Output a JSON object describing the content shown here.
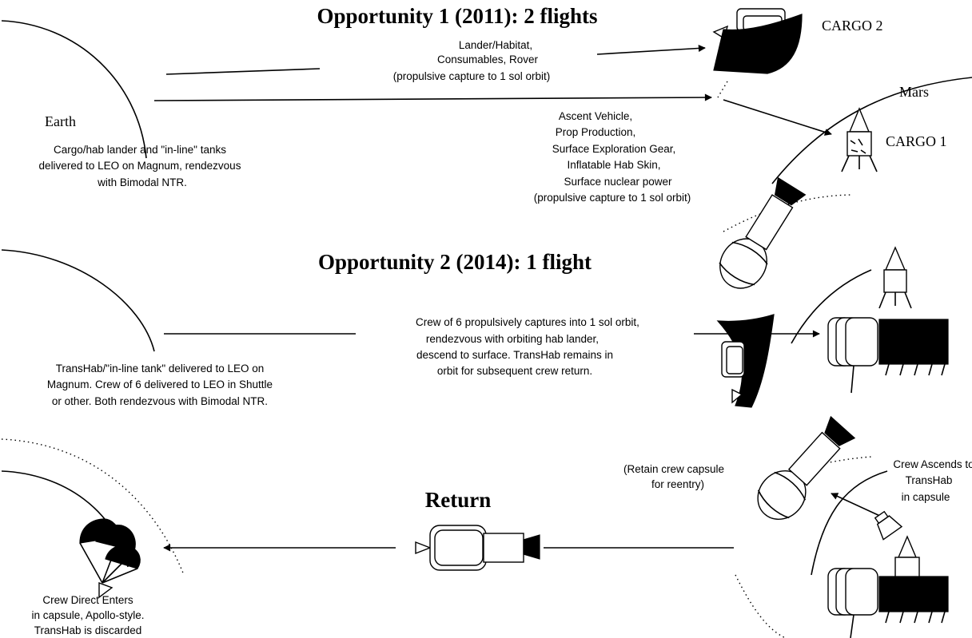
{
  "opp1": {
    "title": "Opportunity 1 (2011):  2 flights",
    "earth": "Earth",
    "mars": "Mars",
    "cargo2": "CARGO 2",
    "cargo1": "CARGO 1",
    "cargo2_desc": [
      "Lander/Habitat,",
      "Consumables, Rover",
      "(propulsive capture to 1 sol orbit)"
    ],
    "cargo1_desc": [
      "Ascent Vehicle,",
      "Prop Production,",
      "Surface Exploration Gear,",
      "Inflatable Hab Skin,",
      "Surface nuclear power",
      "(propulsive capture to 1 sol orbit)"
    ],
    "earth_desc": [
      "Cargo/hab lander and \"in-line\" tanks",
      "delivered to LEO on Magnum, rendezvous",
      "with Bimodal NTR."
    ]
  },
  "opp2": {
    "title": "Opportunity 2 (2014):  1 flight",
    "crew_desc": [
      "Crew of 6 propulsively captures into 1 sol orbit,",
      "rendezvous with orbiting hab lander,",
      "descend to surface.  TransHab remains in",
      "orbit for subsequent crew return."
    ],
    "earth_desc": [
      "TransHab/\"in-line tank\" delivered to LEO on",
      "Magnum.  Crew of 6 delivered to LEO in Shuttle",
      "or other.  Both rendezvous with Bimodal NTR."
    ]
  },
  "ret": {
    "title": "Return",
    "retain": [
      "(Retain crew capsule",
      "for  reentry)"
    ],
    "ascend": [
      "Crew Ascends to",
      "TransHab",
      "in capsule"
    ],
    "earth_desc": [
      "Crew Direct Enters",
      "in capsule, Apollo-style.",
      "TransHab is discarded"
    ]
  }
}
